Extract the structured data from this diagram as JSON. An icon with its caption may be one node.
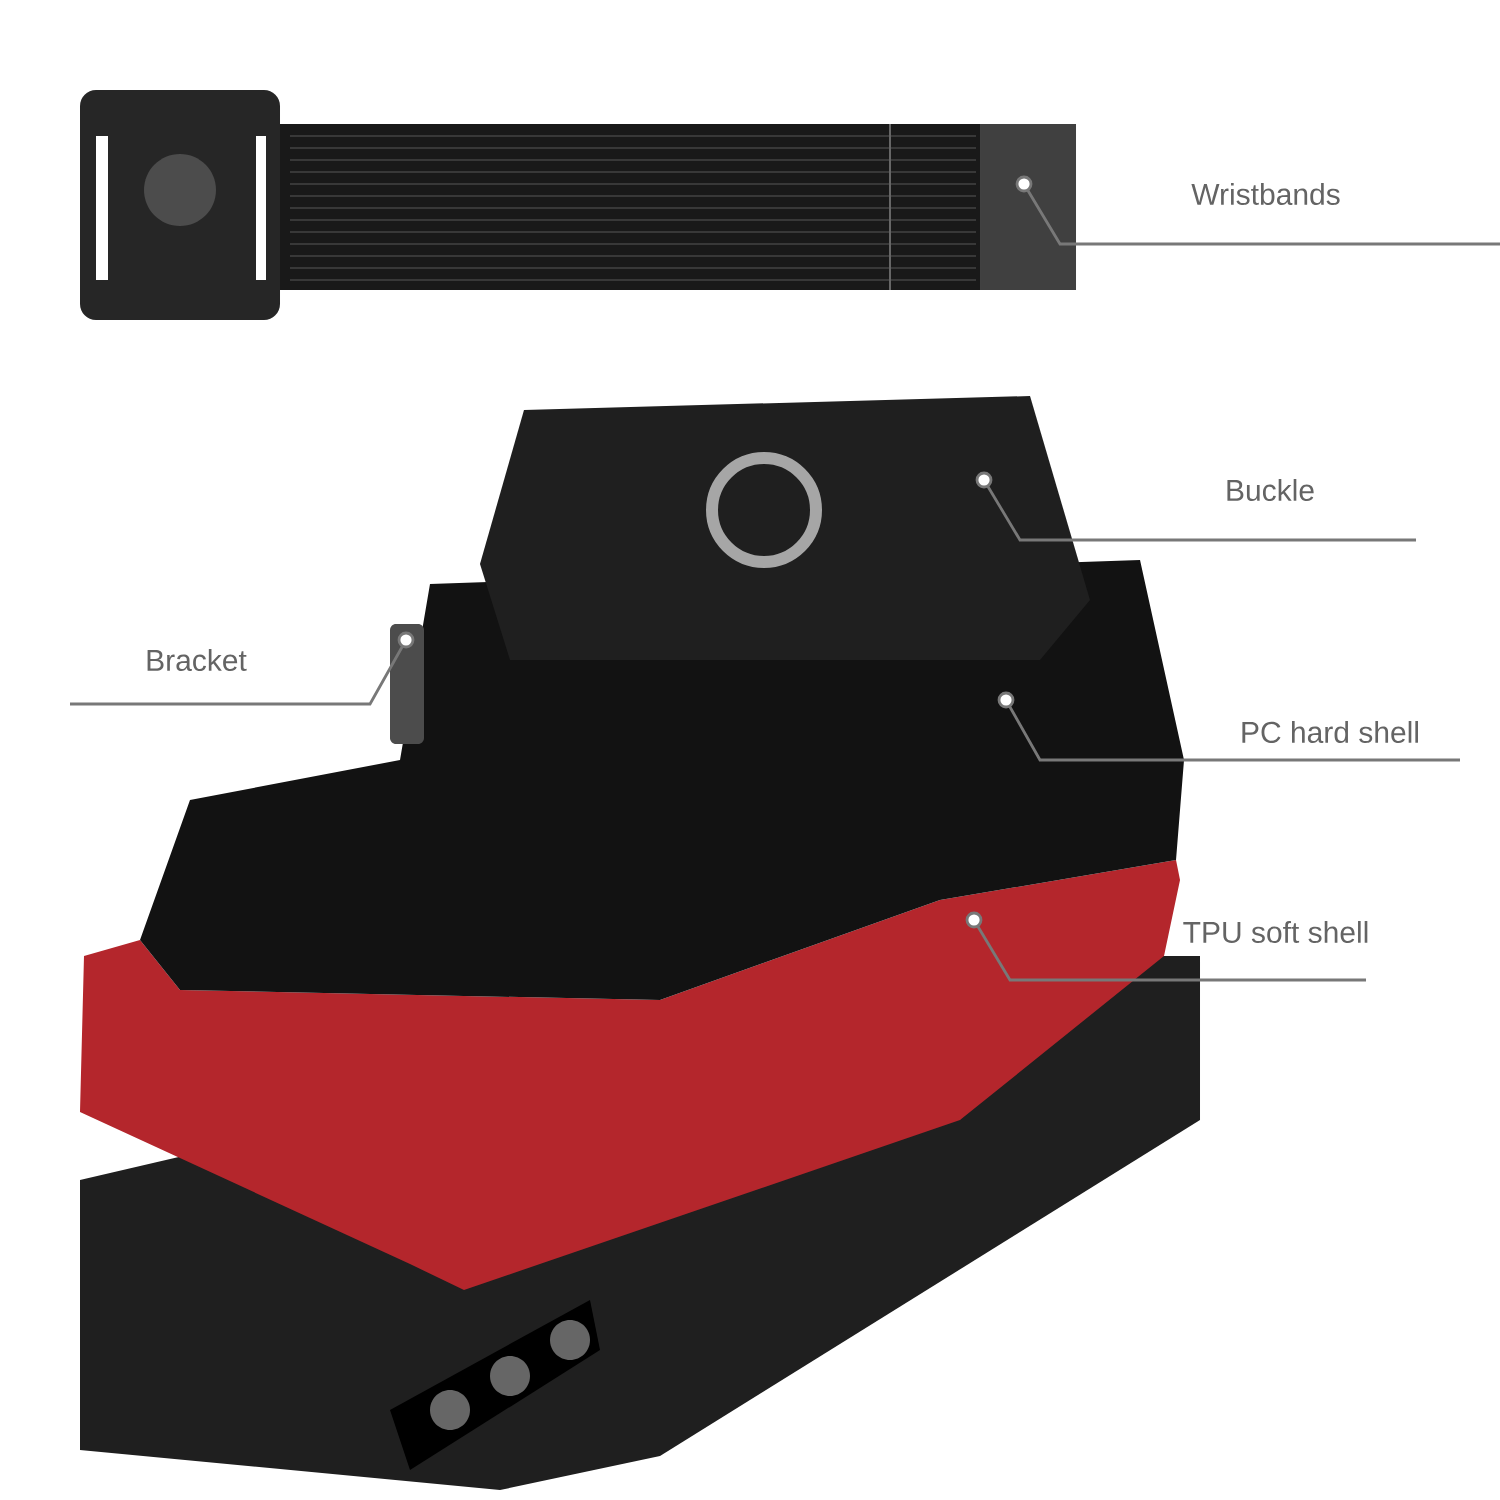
{
  "diagram": {
    "nodes": [
      {
        "text": [
          "Wristbands"
        ]
      },
      {
        "text": [],
        "shape": "picture"
      },
      {
        "text": [
          "Buckle"
        ]
      },
      {
        "text": [],
        "shape": "picture"
      },
      {
        "text": [
          "Bracket"
        ]
      },
      {
        "text": [],
        "shape": "picture"
      },
      {
        "text": [
          "PC hard shell"
        ]
      },
      {
        "text": [],
        "shape": "picture"
      },
      {
        "text": [
          "TPU soft shell"
        ]
      },
      {
        "text": [],
        "shape": "picture"
      }
    ],
    "edges": [
      {
        "from": 0,
        "to": 1,
        "arrow": "other"
      },
      {
        "from": 2,
        "to": 3,
        "arrow": "other"
      },
      {
        "from": 4,
        "to": 5,
        "arrow": "other"
      },
      {
        "from": 6,
        "to": 7,
        "arrow": "other"
      },
      {
        "from": 8,
        "to": 9,
        "arrow": "other"
      }
    ]
  }
}
